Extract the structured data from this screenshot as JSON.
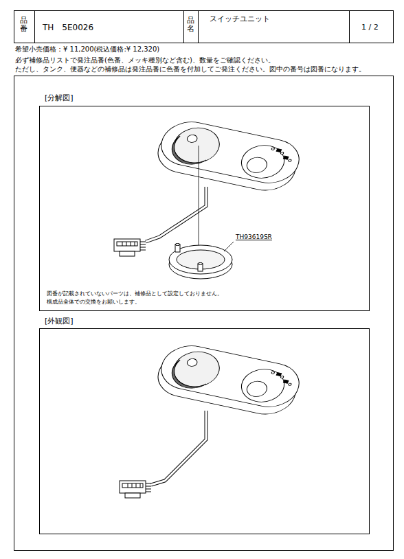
{
  "diagram": {
    "nodes": [
      {
        "text": [
          "[分解図]"
        ]
      },
      {
        "text": [
          "[外観図]"
        ]
      }
    ],
    "labels": [
      "品番",
      "TH　5E0026",
      "品名",
      "スイッチユニット",
      "1 / 2",
      "希望小売価格：¥ 11,200(税込価格:¥ 12,320)",
      "必ず補修品リストで発注品番(色番、メッキ種別など含む)、数量をご確認ください。",
      "ただし、タンク、便器などの補修品は発注品番に色番を付加してご発注ください。図中の番号は図番になります。",
      "TH93619SR",
      "図番が記載されていないパーツは、補修品として設定しておりません。",
      "構成品全体での交換をお願いします。"
    ]
  }
}
